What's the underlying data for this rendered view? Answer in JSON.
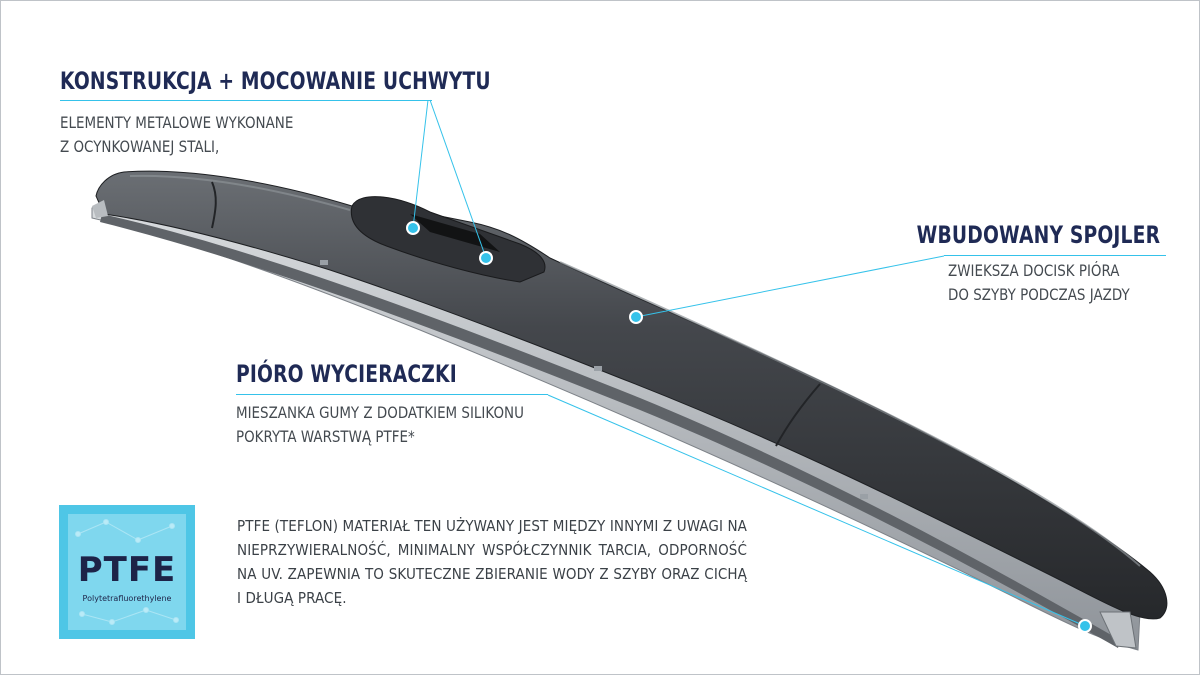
{
  "callouts": {
    "construction": {
      "title": "KONSTRUKCJA + MOCOWANIE UCHWYTU",
      "lines": [
        "ELEMENTY METALOWE WYKONANE",
        "Z OCYNKOWANEJ STALI,"
      ]
    },
    "spoiler": {
      "title": "WBUDOWANY SPOJLER",
      "lines": [
        "ZWIEKSZA DOCISK PIÓRA",
        "DO SZYBY PODCZAS JAZDY"
      ]
    },
    "blade": {
      "title": "PIÓRO WYCIERACZKI",
      "lines": [
        "MIESZANKA GUMY Z DODATKIEM SILIKONU",
        "POKRYTA WARSTWĄ PTFE*"
      ]
    }
  },
  "description": "PTFE (TEFLON) MATERIAŁ TEN UŻYWANY JEST MIĘDZY INNYMI Z UWAGI NA NIEPRZYWIERALNOŚĆ, MINIMALNY WSPÓŁCZYNNIK TARCIA, ODPORNOŚĆ NA UV. ZAPEWNIA TO SKUTECZNE ZBIERANIE WODY Z SZYBY ORAZ CICHĄ I DŁUGĄ PRACĘ.",
  "badge": {
    "title": "PTFE",
    "subtitle": "Polytetrafluorethylene"
  },
  "colors": {
    "heading": "#1f2a55",
    "accent": "#35c2ea",
    "body_text": "#444a50",
    "blade_dark": "#3a3d41",
    "badge_outer": "#4ec6e6",
    "badge_inner": "#7fd7ee"
  }
}
